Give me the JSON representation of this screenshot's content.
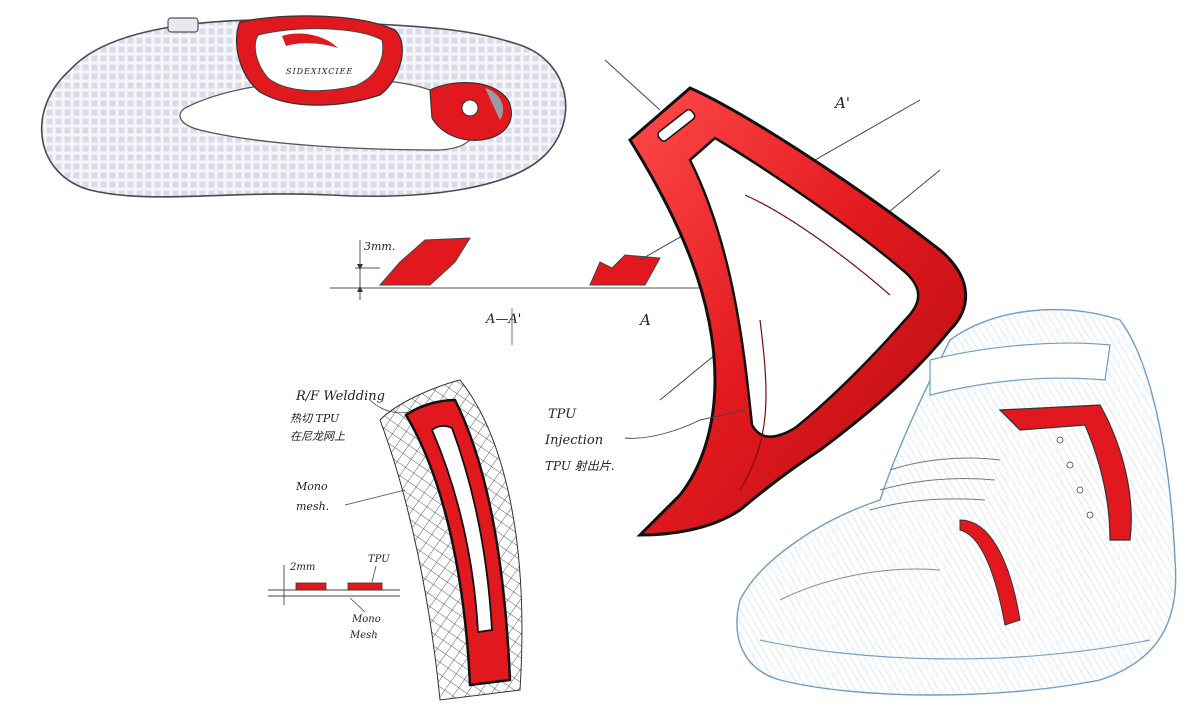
{
  "sole": {
    "brand_text": "SIDEXIXCIEE"
  },
  "section": {
    "dimension_3mm": "3mm.",
    "label_section": "A—A'",
    "label_a": "A",
    "label_a_prime": "A'"
  },
  "strap_detail": {
    "rf_welding": "R/F Weldding",
    "cn_line1": "热切 TPU",
    "cn_line2": "在尼龙网上",
    "mono_mesh_1": "Mono",
    "mono_mesh_2": "mesh.",
    "dimension_2mm": "2mm",
    "tpu_small": "TPU",
    "mono_mesh_small_1": "Mono",
    "mono_mesh_small_2": "Mesh"
  },
  "tpu_part": {
    "line1": "TPU",
    "line2": "Injection",
    "line3": "TPU 射出片."
  },
  "colors": {
    "accent_red": "#e1191e",
    "ink": "#1a1a1a",
    "sole_grey": "#d9d9e3",
    "pencil_blue": "#8fb8d8"
  }
}
